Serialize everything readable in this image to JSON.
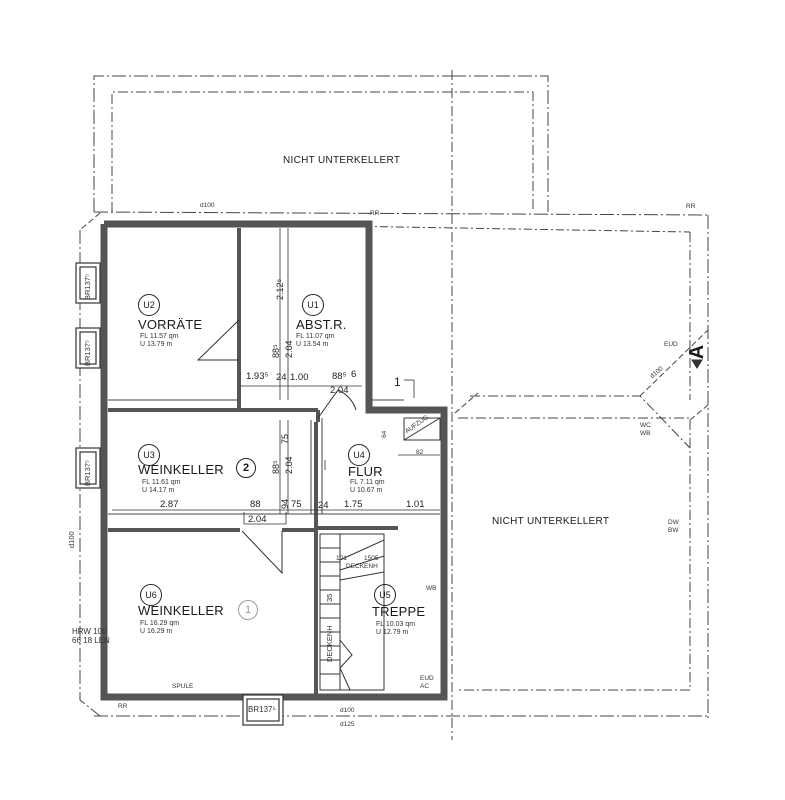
{
  "labels": {
    "not_basement_top": "NICHT UNTERKELLERT",
    "not_basement_right": "NICHT UNTERKELLERT"
  },
  "rooms": [
    {
      "id": "U2",
      "name": "VORRÄTE",
      "fl": "FL 11.57 qm",
      "u": "U 13.79 m"
    },
    {
      "id": "U1",
      "name": "ABST.R.",
      "fl": "FL 11.07 qm",
      "u": "U 13.54 m"
    },
    {
      "id": "U3",
      "name": "WEINKELLER",
      "num": "2",
      "fl": "FL 11.61 qm",
      "u": "U 14.17 m"
    },
    {
      "id": "U4",
      "name": "FLUR",
      "fl": "FL 7.11 qm",
      "u": "U 10.67 m"
    },
    {
      "id": "U6",
      "name": "WEINKELLER",
      "num": "1",
      "fl": "FL 16.29 qm",
      "u": "U 16.29 m"
    },
    {
      "id": "U5",
      "name": "TREPPE",
      "fl": "FL 10.03 qm",
      "u": "U 12.79 m"
    }
  ],
  "dimensions": {
    "d_1935": "1.93⁵",
    "d_124": "24",
    "d_100": "1.00",
    "d_885a": "88⁵",
    "d_6": "6",
    "d_204a": "2.04",
    "d_2125": "2.12⁵",
    "d_885v": "88⁵",
    "d_204v": "2.04",
    "d_75": "75",
    "d_885v2": "88⁵",
    "d_204v2": "2.04",
    "d_94": "94",
    "d_287": "2.87",
    "d_88": "88",
    "d_204b": "2.04",
    "d_75b": "75",
    "d_24b": "24",
    "d_175": "1.75",
    "d_101": "1.01",
    "d_64": "64",
    "d_82": "82",
    "d_1": "1"
  },
  "small_text": {
    "br1": "BR137⁵",
    "br2": "BR137⁵",
    "br3": "BR137⁵",
    "br_bottom": "BR137⁵",
    "aufzug": "AUFZUG",
    "d100_top": "d100",
    "rr_top": "RR",
    "rr_top2": "RR",
    "rr_bottom": "RR",
    "d100_left": "d100",
    "d100_bottom": "d100",
    "d125": "d125",
    "d100_diag": "d100",
    "eud": "EUD",
    "eud2": "EUD",
    "ac": "AC",
    "wc": "WC",
    "wb": "WB",
    "dw": "DW",
    "bw": "BW",
    "wb2": "WB",
    "spule": "SPULE",
    "hrw": "HRW 100",
    "hrw2": "66 18 LEN",
    "deckenh": "DECKENH",
    "deckenh2": "DECKENH",
    "st101": "101",
    "st1505": "1505",
    "st35": "35",
    "mark_a": "A"
  }
}
